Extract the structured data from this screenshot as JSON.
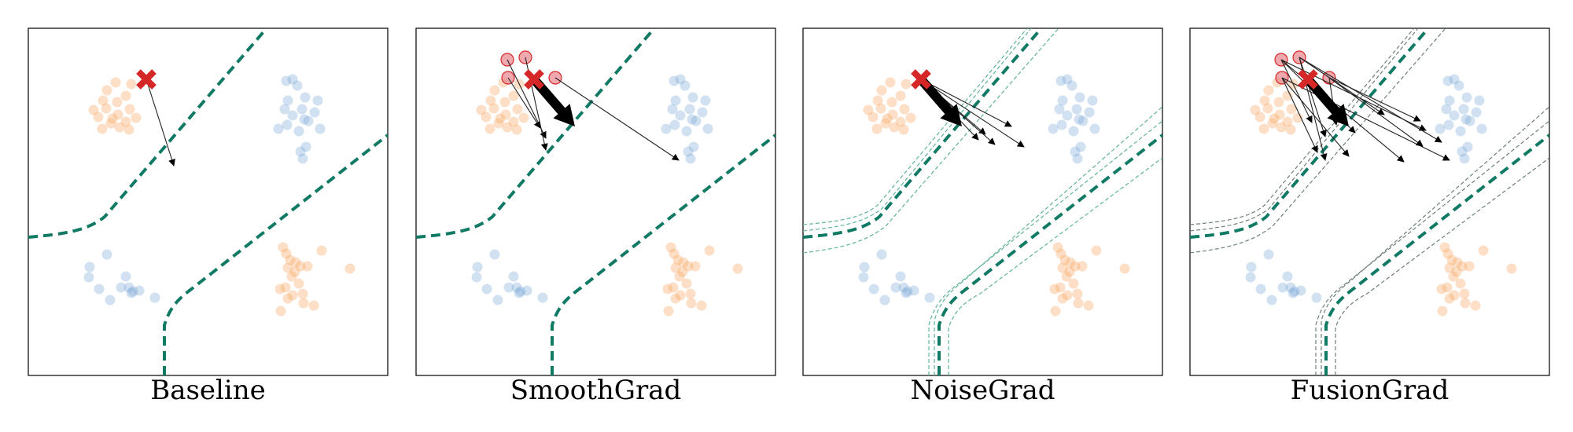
{
  "figure": {
    "panels": [
      {
        "key": "baseline",
        "caption": "Baseline",
        "input_perturbation": false,
        "model_perturbation": false
      },
      {
        "key": "smoothgrad",
        "caption": "SmoothGrad",
        "input_perturbation": true,
        "model_perturbation": false
      },
      {
        "key": "noisegrad",
        "caption": "NoiseGrad",
        "input_perturbation": false,
        "model_perturbation": true
      },
      {
        "key": "fusiongrad",
        "caption": "FusionGrad",
        "input_perturbation": true,
        "model_perturbation": true
      }
    ],
    "colors": {
      "boundary": "#117a65",
      "boundary_light": "#5fb39b",
      "boundary_gray": "#6e7f78",
      "class_orange": "#f7a35c",
      "class_blue": "#7aa9d6",
      "marker": "#d62728",
      "noisy_input": "#e8838a",
      "arrow": "#000000"
    },
    "icons": {
      "sample_marker": "x-cross-marker",
      "noisy_sample": "circle-marker",
      "attribution": "arrow"
    }
  }
}
